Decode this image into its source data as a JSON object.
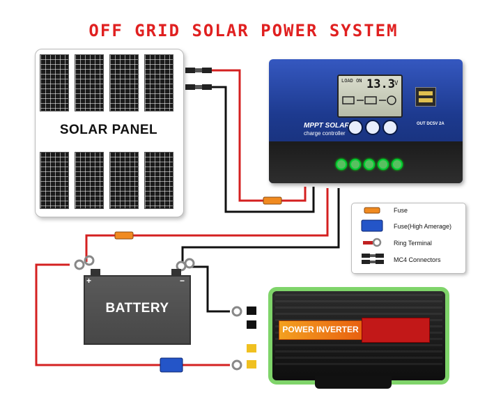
{
  "title": "OFF GRID SOLAR POWER SYSTEM",
  "solar_panel": {
    "label": "SOLAR PANEL"
  },
  "controller": {
    "mode_text": "LOAD ON",
    "display_value": "13.3",
    "unit": "V",
    "brand_line1": "MPPT SOLAR",
    "brand_line2": "charge controller",
    "usb_label": "OUT DC5V 2A"
  },
  "battery": {
    "label": "BATTERY",
    "positive": "+",
    "negative": "−"
  },
  "inverter": {
    "label": "POWER INVERTER"
  },
  "legend": {
    "items": [
      {
        "label": "Fuse",
        "icon": "fuse-icon"
      },
      {
        "label": "Fuse(High Amerage)",
        "icon": "high-amp-fuse-icon"
      },
      {
        "label": "Ring Terminal",
        "icon": "ring-terminal-icon"
      },
      {
        "label": "MC4 Connectors",
        "icon": "mc4-connector-icon"
      }
    ]
  },
  "colors": {
    "title": "#e02020",
    "positive_wire": "#d42020",
    "negative_wire": "#111111",
    "controller_blue": "#1d3a8f",
    "inverter_trim": "#7fd46a",
    "fuse_orange": "#f08a20",
    "high_amp_fuse_blue": "#2455c8"
  }
}
